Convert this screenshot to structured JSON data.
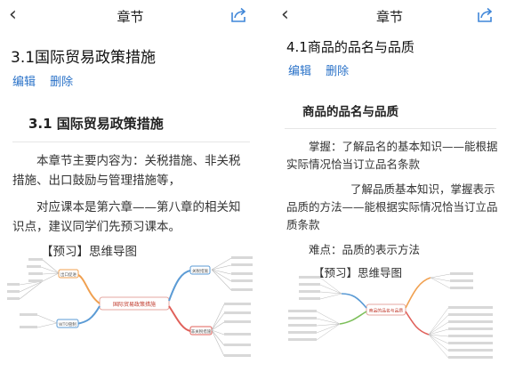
{
  "left": {
    "nav_title": "章节",
    "chapter_title": "3.1国际贸易政策措施",
    "edit": "编辑",
    "delete": "删除",
    "heading": "3.1 国际贸易政策措施",
    "p1": "本章节主要内容为：关税措施、非关税措施、出口鼓励与管理措施等，",
    "p2": "对应课本是第六章——第八章的相关知识点，建议同学们先预习课本。",
    "preview": "【预习】思维导图",
    "mindmap": {
      "center": "国际贸易政策措施",
      "branches": [
        "出口促进",
        "关税措施",
        "非关税措施",
        "WTO管制"
      ]
    }
  },
  "right": {
    "nav_title": "章节",
    "chapter_title": "4.1商品的品名与品质",
    "edit": "编辑",
    "delete": "删除",
    "heading": "商品的品名与品质",
    "p1": "掌握：了解品名的基本知识——能根据实际情况恰当订立品名条款",
    "p2": "了解品质基本知识，掌握表示品质的方法——能根据实际情况恰当订立品质条款",
    "p3": "难点：品质的表示方法",
    "preview": "【预习】思维导图",
    "mindmap": {
      "center": "商品的品名与品质"
    }
  },
  "colors": {
    "link": "#2a72c8",
    "share_icon": "#3f86d8",
    "branch_orange": "#f0a050",
    "branch_blue": "#5b9bd5",
    "branch_green": "#7cbf5a",
    "branch_red": "#e0605a"
  }
}
